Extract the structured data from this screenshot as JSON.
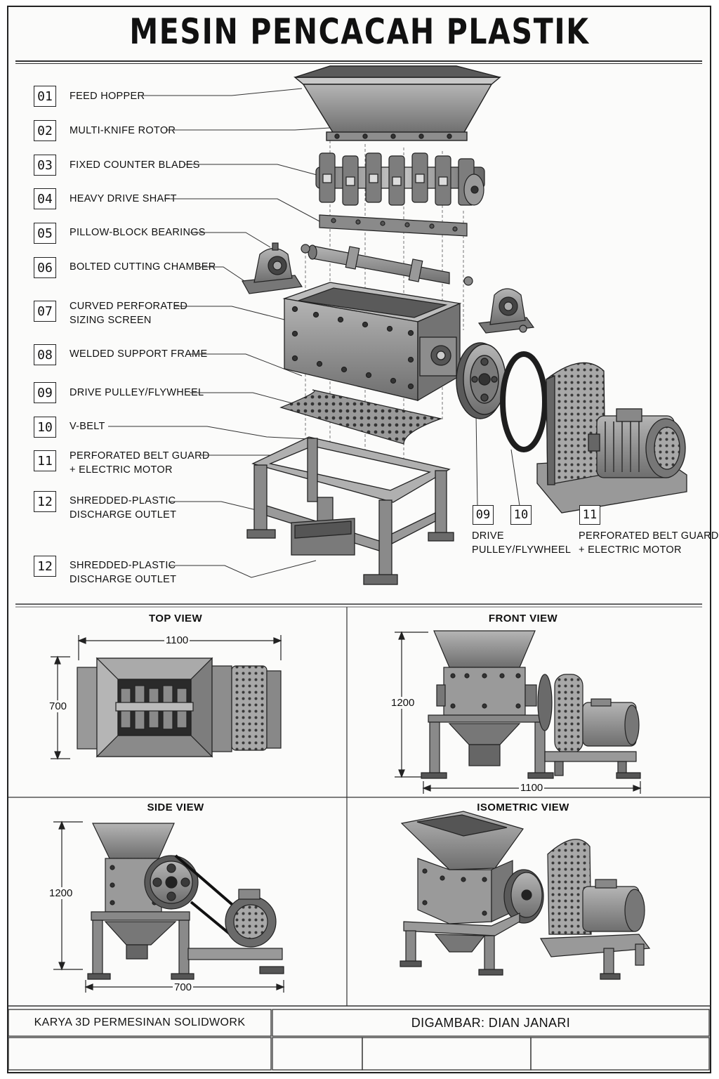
{
  "title": "MESIN PENCACAH PLASTIK",
  "parts": [
    {
      "num": "01",
      "label": "FEED HOPPER"
    },
    {
      "num": "02",
      "label": "MULTI-KNIFE ROTOR"
    },
    {
      "num": "03",
      "label": "FIXED COUNTER BLADES"
    },
    {
      "num": "04",
      "label": "HEAVY DRIVE SHAFT"
    },
    {
      "num": "05",
      "label": "PILLOW-BLOCK BEARINGS"
    },
    {
      "num": "06",
      "label": "BOLTED CUTTING CHAMBER"
    },
    {
      "num": "07",
      "label_line1": "CURVED PERFORATED",
      "label_line2": "SIZING SCREEN"
    },
    {
      "num": "08",
      "label": "WELDED SUPPORT FRAME"
    },
    {
      "num": "09",
      "label": "DRIVE PULLEY/FLYWHEEL"
    },
    {
      "num": "10",
      "label": "V-BELT"
    },
    {
      "num": "11",
      "label_line1": "PERFORATED BELT GUARD",
      "label_line2": "+ ELECTRIC MOTOR"
    },
    {
      "num": "12",
      "label_line1": "SHREDDED-PLASTIC",
      "label_line2": "DISCHARGE OUTLET"
    },
    {
      "num": "12",
      "label_line1": "SHREDDED-PLASTIC",
      "label_line2": "DISCHARGE OUTLET"
    }
  ],
  "callouts": [
    {
      "num": "09",
      "label_line1": "DRIVE",
      "label_line2": "PULLEY/FLYWHEEL"
    },
    {
      "num": "10"
    },
    {
      "num": "11",
      "label_line1": "PERFORATED BELT GUARD",
      "label_line2": "+ ELECTRIC MOTOR"
    }
  ],
  "views": {
    "top": {
      "title": "TOP VIEW",
      "width": "1100",
      "height": "700"
    },
    "front": {
      "title": "FRONT VIEW",
      "width": "1100",
      "height": "1200"
    },
    "side": {
      "title": "SIDE VIEW",
      "width": "700",
      "height": "1200"
    },
    "iso": {
      "title": "ISOMETRIC VIEW"
    }
  },
  "footer": {
    "left": "KARYA 3D PERMESINAN SOLIDWORK",
    "right": "DIGAMBAR: DIAN JANARI"
  },
  "colors": {
    "steel": "#8a8a8a",
    "steel_dark": "#4a4a4a",
    "steel_light": "#c4c4c4",
    "line": "#222222"
  }
}
